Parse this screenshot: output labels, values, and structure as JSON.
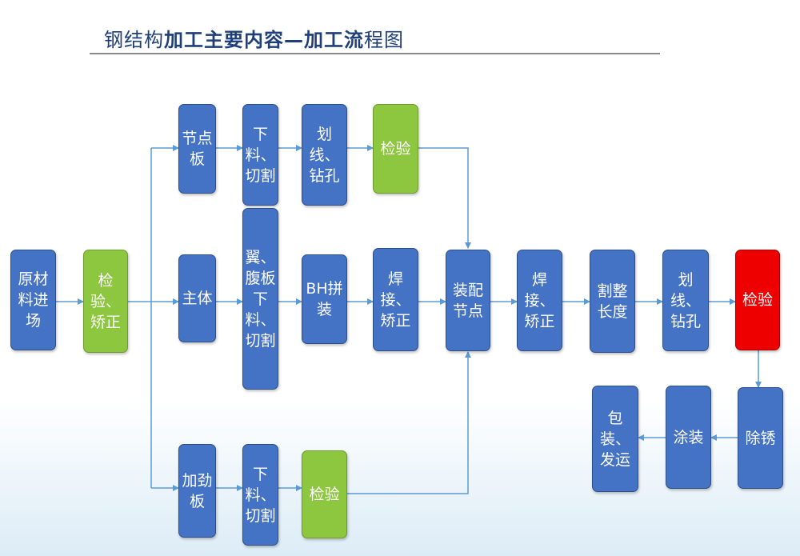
{
  "title": {
    "main": "钢结构加工主要内容—加工流程图"
  },
  "nodes": {
    "raw_material": "原材料进场",
    "inspect_correct_1": "检验、矫正",
    "gusset_plate": "节点板",
    "gusset_cut": "下料、切割",
    "gusset_mark_drill": "划线、钻孔",
    "gusset_inspect": "检验",
    "main_body": "主体",
    "web_cut": "翼、腹板下料、切割",
    "bh_assembly": "BH拼装",
    "weld_correct_1": "焊接、矫正",
    "assemble_joint": "装配节点",
    "weld_correct_2": "焊接、矫正",
    "cut_length": "割整长度",
    "mark_drill_2": "划线、钻孔",
    "final_inspect": "检验",
    "stiffener": "加劲板",
    "stiffener_cut": "下料、切割",
    "stiffener_inspect": "检验",
    "rust_removal": "除锈",
    "painting": "涂装",
    "pack_ship": "包装、发运"
  },
  "colors": {
    "blue": "#4472c4",
    "green": "#8dc63f",
    "red": "#ee0000",
    "arrow": "#5b9bd5"
  }
}
